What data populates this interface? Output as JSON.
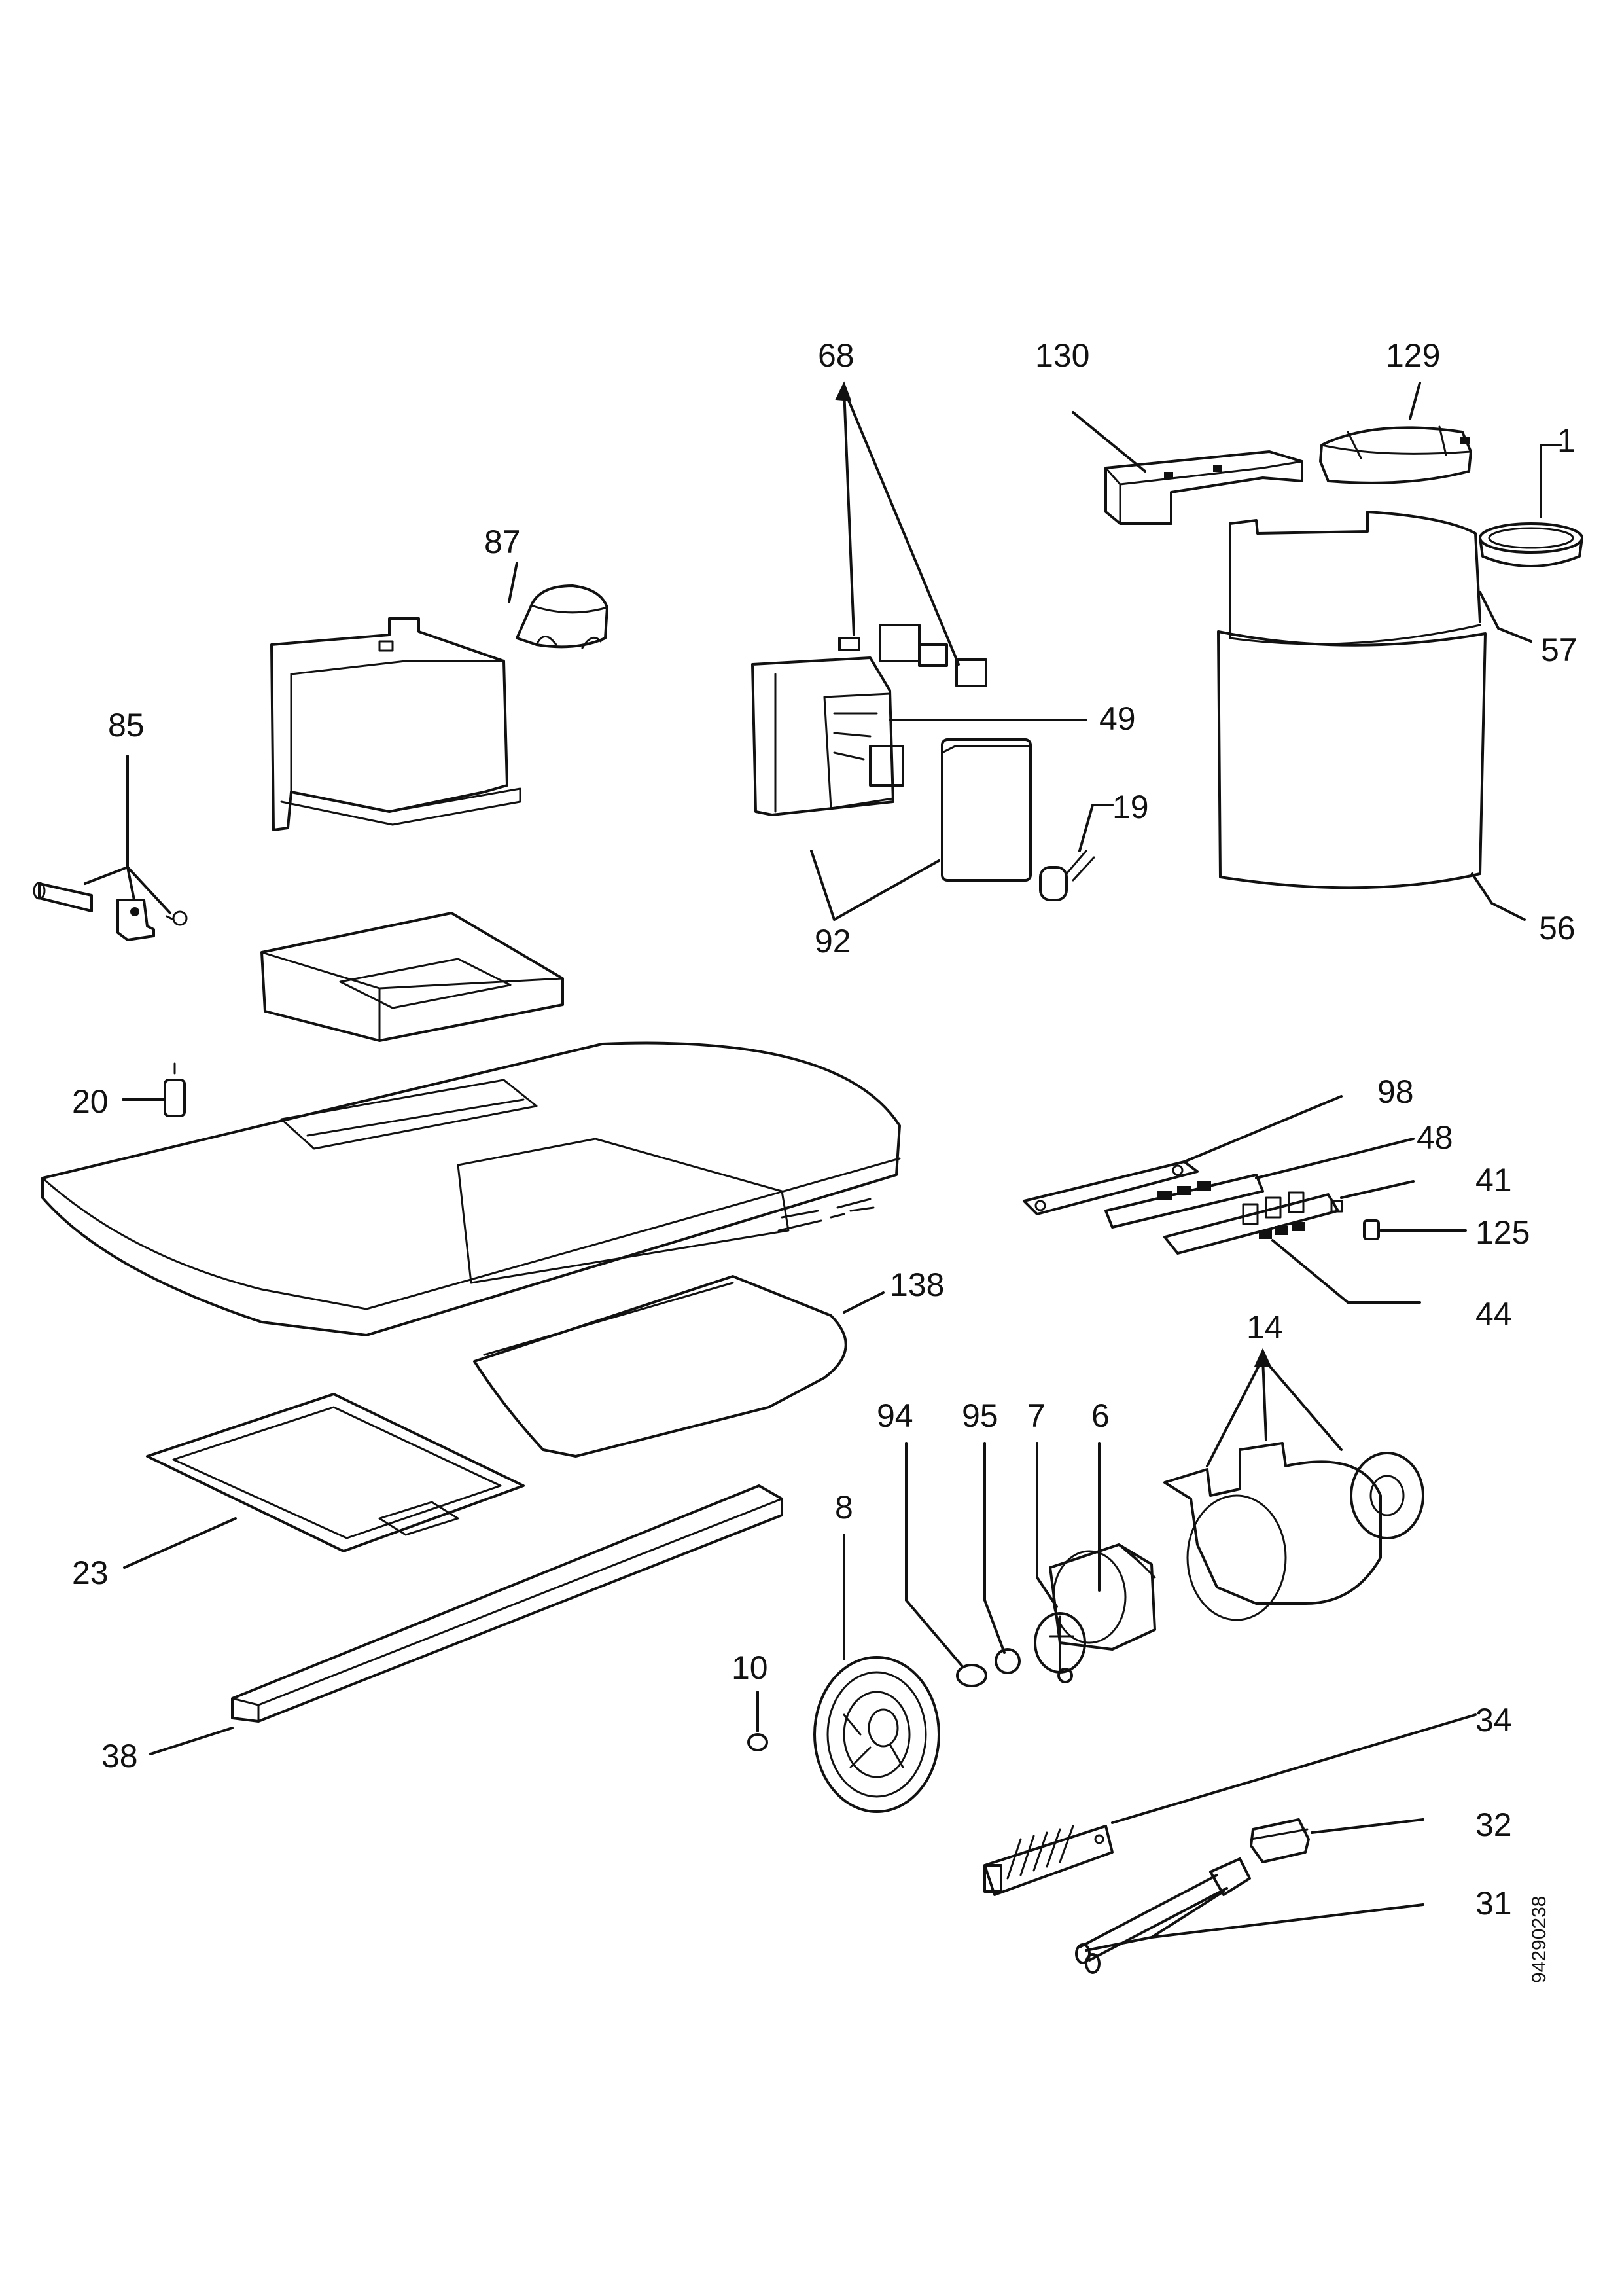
{
  "diagram": {
    "drawing_number": "94290238",
    "labels": {
      "p1": "1",
      "p6": "6",
      "p7": "7",
      "p8": "8",
      "p10": "10",
      "p14": "14",
      "p19": "19",
      "p20": "20",
      "p23": "23",
      "p31": "31",
      "p32": "32",
      "p34": "34",
      "p38": "38",
      "p41": "41",
      "p44": "44",
      "p48": "48",
      "p49": "49",
      "p56": "56",
      "p57": "57",
      "p68": "68",
      "p85": "85",
      "p87": "87",
      "p92": "92",
      "p94": "94",
      "p95": "95",
      "p98": "98",
      "p125": "125",
      "p129": "129",
      "p130": "130",
      "p138": "138"
    }
  }
}
